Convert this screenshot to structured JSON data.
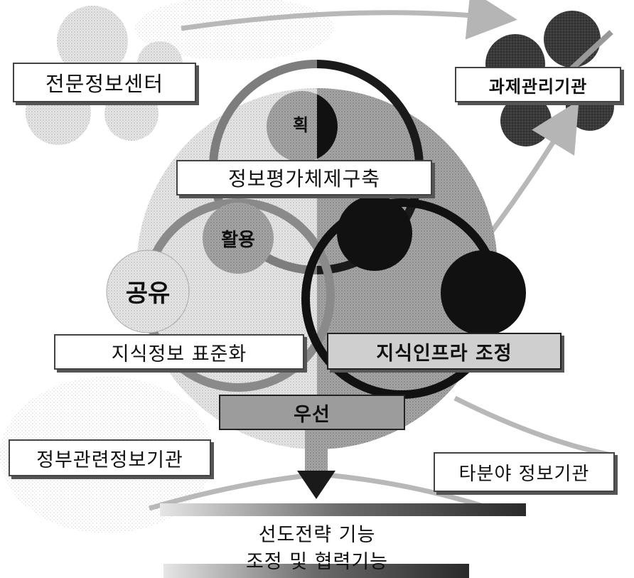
{
  "orgs": {
    "top_left": "전문정보센터",
    "top_right": "과제관리기관",
    "bottom_left": "정부관련정보기관",
    "bottom_right": "타분야 정보기관"
  },
  "boxes": {
    "eval_system": "정보평가체제구축",
    "standardization": "지식정보 표준화",
    "infra_coordination": "지식인프라 조정",
    "priority": "우선"
  },
  "circles": {
    "top": "획",
    "use": "활용",
    "share": "공유"
  },
  "bottom": {
    "line1": "선도전략 기능",
    "line2": "조정 및 협력기능"
  }
}
